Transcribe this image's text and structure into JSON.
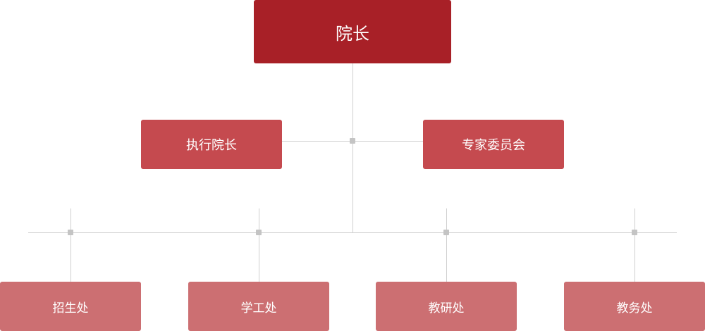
{
  "chart": {
    "top": {
      "label": "院长"
    },
    "middle": [
      {
        "label": "执行院长"
      },
      {
        "label": "专家委员会"
      }
    ],
    "bottom": [
      {
        "label": "招生处"
      },
      {
        "label": "学工处"
      },
      {
        "label": "教研处"
      },
      {
        "label": "教务处"
      }
    ]
  },
  "colors": {
    "top_box": "#a82027",
    "middle_box": "#c54a4f",
    "bottom_box": "#cc6f72",
    "connector": "#cfcfcf",
    "junction": "#c4c4c4"
  }
}
